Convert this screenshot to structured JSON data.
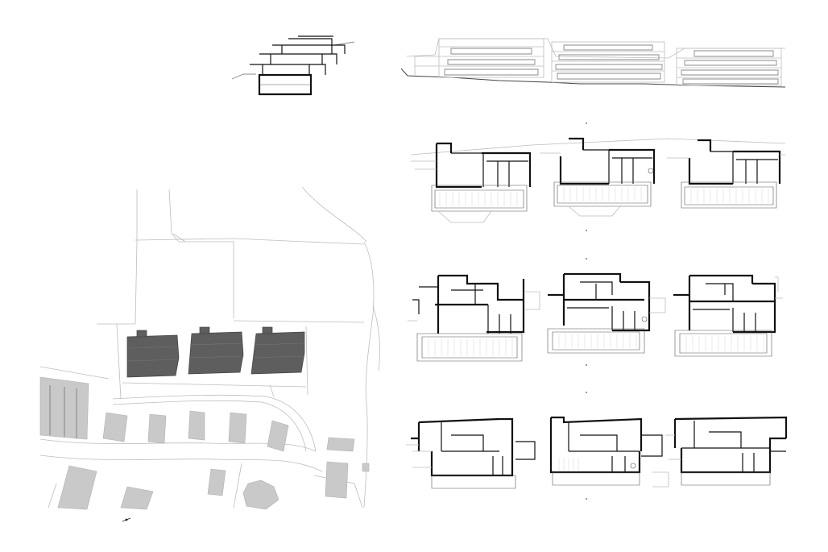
{
  "sheet": {
    "type": "architectural-drawing-sheet",
    "background": "#ffffff",
    "ink_color": "#111111",
    "context_building_color": "#c9c9c9",
    "project_building_color": "#5e5e5e",
    "line_grey": "#bdbdbd"
  },
  "drawings": {
    "site_plan": {
      "kind": "site-plan",
      "project_buildings": 3,
      "neighbour_buildings": 16,
      "north_arrow_icon": "north-arrow-icon"
    },
    "section": {
      "kind": "cross-section",
      "stepped_levels": 4
    },
    "elevation": {
      "kind": "elevation",
      "buildings": 3
    },
    "floor_plans": [
      {
        "kind": "floor-plan",
        "level": "upper",
        "units": 3
      },
      {
        "kind": "floor-plan",
        "level": "middle",
        "units": 3
      },
      {
        "kind": "floor-plan",
        "level": "lower",
        "units": 3
      }
    ]
  }
}
